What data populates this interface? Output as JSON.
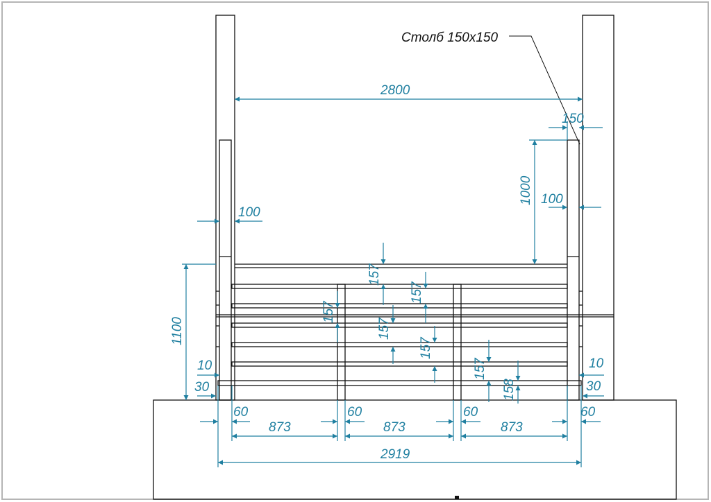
{
  "drawing": {
    "post_callout": "Столб 150х150",
    "colors": {
      "dimension": "#1f7fa0",
      "outline": "#111111",
      "frame": "#b0b0b0"
    },
    "dimensions": {
      "overall_opening": "2800",
      "post_width": "150",
      "post_offset_left": "100",
      "post_offset_right": "100",
      "upper_height": "1000",
      "railing_height": "1100",
      "gap_left": "10",
      "gap_right": "10",
      "base_left": "30",
      "base_right": "30",
      "bar_spacings": [
        "157",
        "157",
        "157",
        "157",
        "157",
        "157",
        "158"
      ],
      "baluster_widths": [
        "60",
        "60",
        "60",
        "60"
      ],
      "bays": [
        "873",
        "873",
        "873"
      ],
      "total_width": "2919"
    }
  }
}
